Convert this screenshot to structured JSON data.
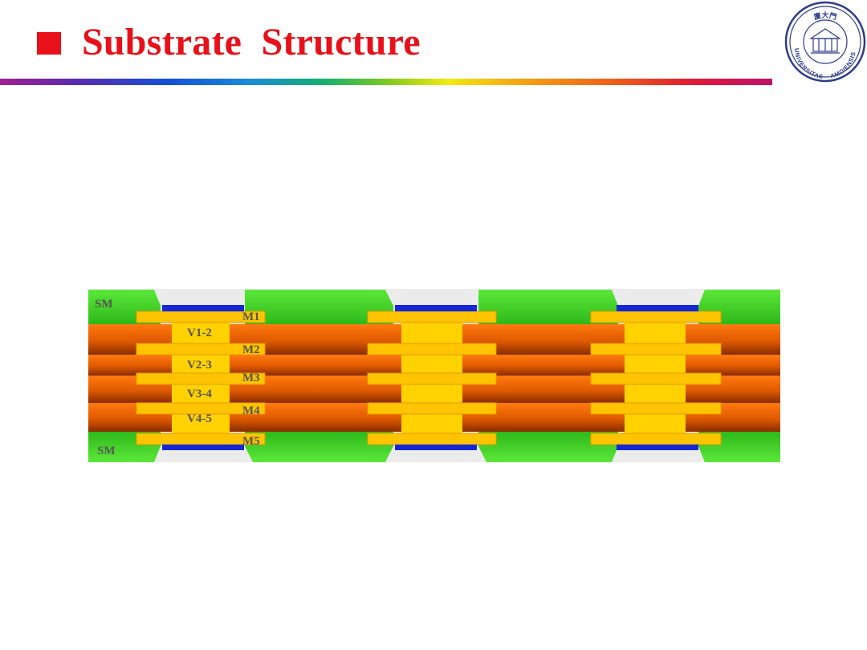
{
  "slide": {
    "title": "Substrate  Structure"
  },
  "logo": {
    "upper_text": "UNIVERSITAS",
    "lower_text": "AMOIENSIS",
    "top_text": "廈大門"
  },
  "layers": {
    "solder_mask_top": "SM",
    "solder_mask_bottom": "SM",
    "metals": [
      "M1",
      "M2",
      "M3",
      "M4",
      "M5"
    ],
    "vias": [
      "V1-2",
      "V2-3",
      "V3-4",
      "V4-5"
    ]
  },
  "colors": {
    "title": "#e8101a",
    "solder_mask": "#3fd81c",
    "core": "#e86a08",
    "metal": "#ffc400",
    "via": "#ffd200",
    "pad_opening": "#1428d8",
    "label": "#555555"
  }
}
